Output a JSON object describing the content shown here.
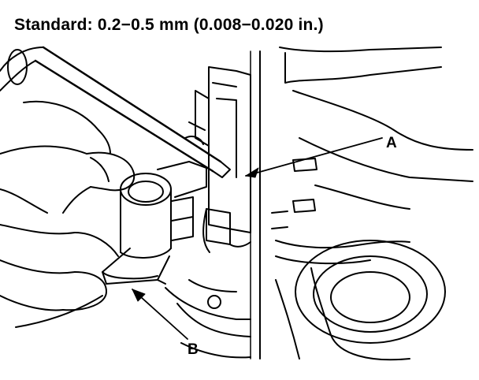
{
  "spec": {
    "label": "Standard:",
    "value": "0.2−0.5 mm (0.008−0.020 in.)"
  },
  "callouts": {
    "a": "A",
    "b": "B"
  },
  "colors": {
    "ink": "#000000",
    "paper": "#ffffff"
  },
  "illustration": {
    "subject": "feeler-gauge-measuring-clearance"
  }
}
